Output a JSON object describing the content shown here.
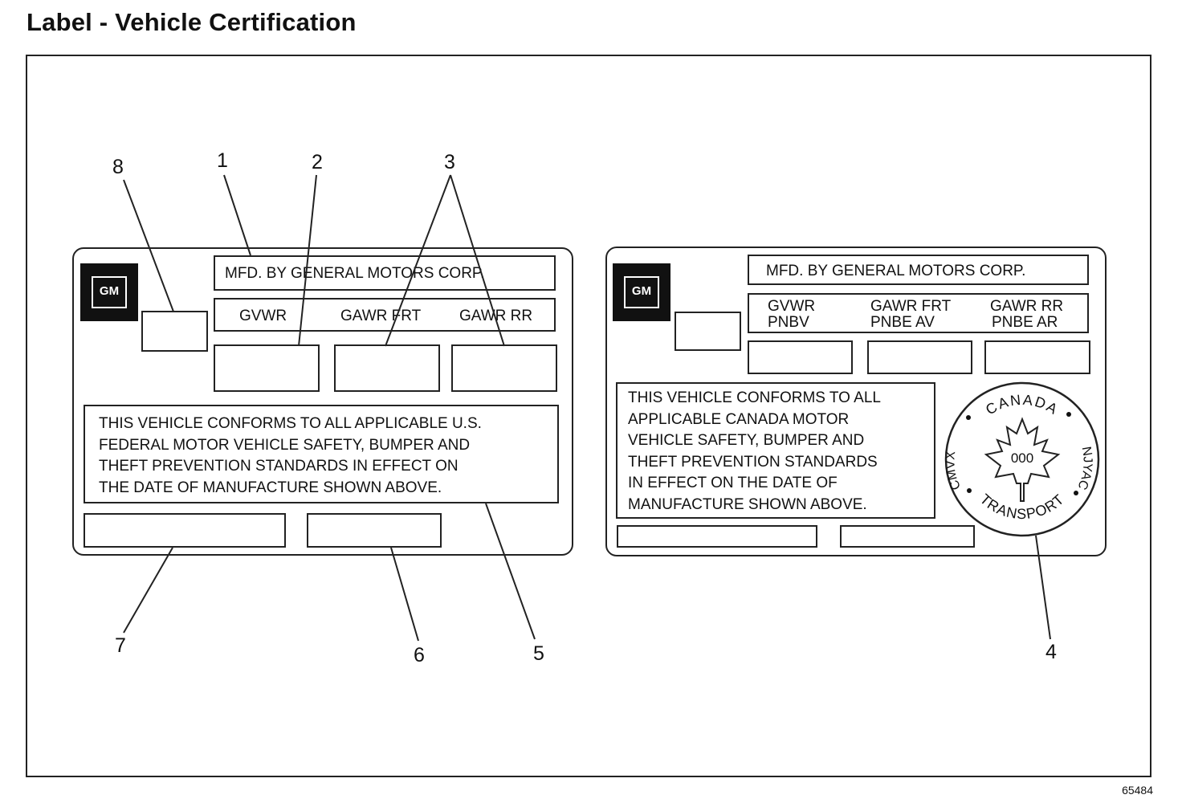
{
  "title": "Label - Vehicle Certification",
  "figure_id": "65484",
  "us_label": {
    "logo_text": "GM",
    "manufacturer": "MFD. BY GENERAL MOTORS CORP.",
    "headers": [
      "GVWR",
      "GAWR FRT",
      "GAWR RR"
    ],
    "statement": "THIS VEHICLE CONFORMS TO ALL APPLICABLE U.S.\nFEDERAL MOTOR VEHICLE SAFETY, BUMPER AND\nTHEFT PREVENTION STANDARDS IN EFFECT ON\nTHE DATE OF MANUFACTURE SHOWN ABOVE."
  },
  "canada_label": {
    "logo_text": "GM",
    "manufacturer": "MFD. BY GENERAL MOTORS CORP.",
    "headers": [
      {
        "en": "GVWR",
        "fr": "PNBV"
      },
      {
        "en": "GAWR FRT",
        "fr": "PNBE AV"
      },
      {
        "en": "GAWR RR",
        "fr": "PNBE AR"
      }
    ],
    "statement": "THIS VEHICLE CONFORMS TO ALL\nAPPLICABLE CANADA MOTOR\nVEHICLE SAFETY, BUMPER AND\nTHEFT PREVENTION STANDARDS\nIN EFFECT ON THE DATE OF\nMANUFACTURE SHOWN ABOVE.",
    "seal": {
      "top": "CANADA",
      "bottom": "TRANSPORT",
      "left": "CMVX",
      "right": "NJYAC",
      "center": "000"
    }
  },
  "callouts": [
    "1",
    "2",
    "3",
    "4",
    "5",
    "6",
    "7",
    "8"
  ]
}
